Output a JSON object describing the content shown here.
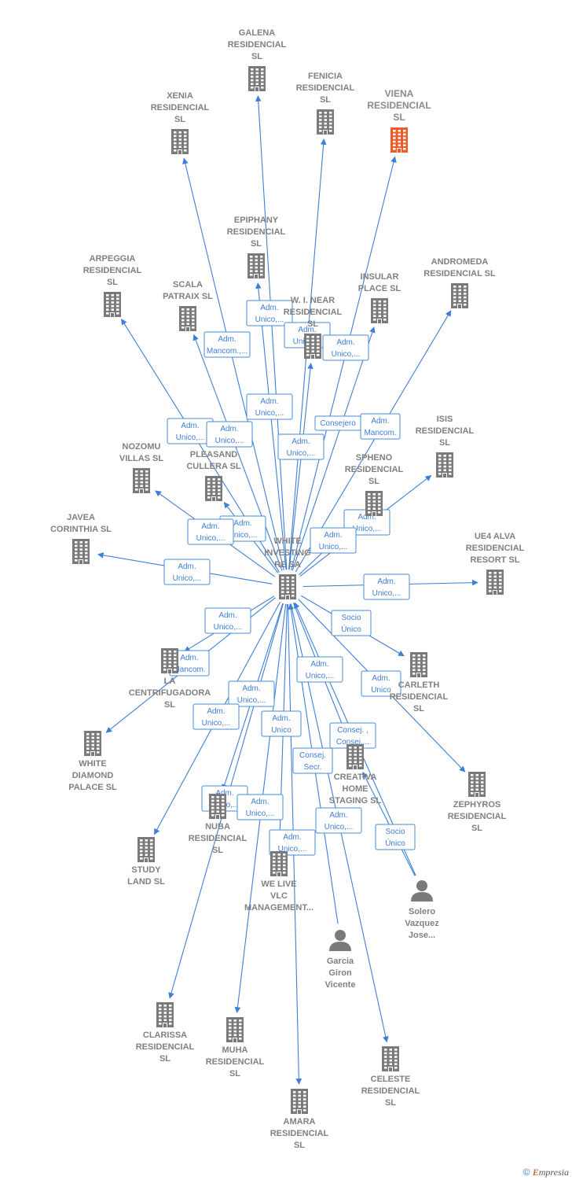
{
  "colors": {
    "building": "#7a7a7a",
    "target": "#f05a28",
    "person": "#7a7a7a",
    "edge": "#3d7fd6"
  },
  "center": "c",
  "nodes": [
    {
      "id": "c",
      "kind": "building",
      "lines": [
        "WHITE",
        "INVESTING",
        "RE SA"
      ]
    },
    {
      "id": "galena",
      "kind": "building",
      "lines": [
        "GALENA",
        "RESIDENCIAL",
        "SL"
      ]
    },
    {
      "id": "fenicia",
      "kind": "building",
      "lines": [
        "FENICIA",
        "RESIDENCIAL",
        "SL"
      ]
    },
    {
      "id": "viena",
      "kind": "target",
      "lines": [
        "VIENA",
        "RESIDENCIAL",
        "SL"
      ]
    },
    {
      "id": "xenia",
      "kind": "building",
      "lines": [
        "XENIA",
        "RESIDENCIAL",
        "SL"
      ]
    },
    {
      "id": "epiphany",
      "kind": "building",
      "lines": [
        "EPIPHANY",
        "RESIDENCIAL",
        "SL"
      ]
    },
    {
      "id": "arpeggia",
      "kind": "building",
      "lines": [
        "ARPEGGIA",
        "RESIDENCIAL",
        "SL"
      ]
    },
    {
      "id": "scala",
      "kind": "building",
      "lines": [
        "SCALA",
        "PATRAIX  SL"
      ]
    },
    {
      "id": "wnear",
      "kind": "building",
      "lines": [
        "W.  I. NEAR",
        "RESIDENCIAL",
        "SL"
      ]
    },
    {
      "id": "insular",
      "kind": "building",
      "lines": [
        "INSULAR",
        "PLACE  SL"
      ]
    },
    {
      "id": "andromeda",
      "kind": "building",
      "lines": [
        "ANDROMEDA",
        "RESIDENCIAL SL"
      ]
    },
    {
      "id": "isis",
      "kind": "building",
      "lines": [
        "ISIS",
        "RESIDENCIAL",
        "SL"
      ]
    },
    {
      "id": "nozomu",
      "kind": "building",
      "lines": [
        "NOZOMU",
        "VILLAS  SL"
      ]
    },
    {
      "id": "pleasand",
      "kind": "building",
      "lines": [
        "PLEASAND",
        "CULLERA  SL"
      ]
    },
    {
      "id": "spheno",
      "kind": "building",
      "lines": [
        "SPHENO",
        "RESIDENCIAL",
        "SL"
      ]
    },
    {
      "id": "javea",
      "kind": "building",
      "lines": [
        "JAVEA",
        "CORINTHIA  SL"
      ]
    },
    {
      "id": "ue4",
      "kind": "building",
      "lines": [
        "UE4 ALVA",
        "RESIDENCIAL",
        "RESORT  SL"
      ]
    },
    {
      "id": "centri",
      "kind": "building",
      "lines": [
        "LA",
        "CENTRIFUGADORA",
        "SL"
      ]
    },
    {
      "id": "carleth",
      "kind": "building",
      "lines": [
        "CARLETH",
        "RESIDENCIAL",
        "SL"
      ]
    },
    {
      "id": "wdiamond",
      "kind": "building",
      "lines": [
        "WHITE",
        "DIAMOND",
        "PALACE  SL"
      ]
    },
    {
      "id": "creativa",
      "kind": "building",
      "lines": [
        "CREATIVA",
        "HOME",
        "STAGING  SL"
      ]
    },
    {
      "id": "zephyros",
      "kind": "building",
      "lines": [
        "ZEPHYROS",
        "RESIDENCIAL",
        "SL"
      ]
    },
    {
      "id": "nuba",
      "kind": "building",
      "lines": [
        "NUBA",
        "RESIDENCIAL",
        "SL"
      ]
    },
    {
      "id": "study",
      "kind": "building",
      "lines": [
        "STUDY",
        "LAND  SL"
      ]
    },
    {
      "id": "welive",
      "kind": "building",
      "lines": [
        "WE LIVE",
        "VLC",
        "MANAGEMENT..."
      ]
    },
    {
      "id": "solero",
      "kind": "person",
      "lines": [
        "Solero",
        "Vazquez",
        "Jose..."
      ]
    },
    {
      "id": "garcia",
      "kind": "person",
      "lines": [
        "Garcia",
        "Giron",
        "Vicente"
      ]
    },
    {
      "id": "clarissa",
      "kind": "building",
      "lines": [
        "CLARISSA",
        "RESIDENCIAL",
        "SL"
      ]
    },
    {
      "id": "muha",
      "kind": "building",
      "lines": [
        "MUHA",
        "RESIDENCIAL",
        "SL"
      ]
    },
    {
      "id": "celeste",
      "kind": "building",
      "lines": [
        "CELESTE",
        "RESIDENCIAL",
        "SL"
      ]
    },
    {
      "id": "amara",
      "kind": "building",
      "lines": [
        "AMARA",
        "RESIDENCIAL",
        "SL"
      ]
    }
  ],
  "edges": [
    {
      "from": "c",
      "to": "galena",
      "label": [
        "Adm.",
        "Unico,..."
      ]
    },
    {
      "from": "c",
      "to": "xenia",
      "label": [
        "Adm.",
        "Mancom.,..."
      ]
    },
    {
      "from": "c",
      "to": "fenicia",
      "label": [
        "Adm.",
        "Unico,..."
      ]
    },
    {
      "from": "c",
      "to": "viena",
      "label": [
        "Adm.",
        "Unico,..."
      ]
    },
    {
      "from": "c",
      "to": "epiphany",
      "label": [
        "Adm.",
        "Unico,..."
      ]
    },
    {
      "from": "c",
      "to": "arpeggia",
      "label": [
        "Adm.",
        "Unico,..."
      ]
    },
    {
      "from": "c",
      "to": "scala",
      "label": [
        "Adm.",
        "Unico,..."
      ]
    },
    {
      "from": "c",
      "to": "wnear",
      "label": [
        "Adm.",
        "Unico,..."
      ]
    },
    {
      "from": "c",
      "to": "insular",
      "label": [
        "Consejero"
      ]
    },
    {
      "from": "c",
      "to": "andromeda",
      "label": [
        "Adm.",
        "Mancom."
      ]
    },
    {
      "from": "c",
      "to": "pleasand",
      "label": [
        "Adm.",
        "Unico,..."
      ]
    },
    {
      "from": "c",
      "to": "nozomu",
      "label": [
        "Adm.",
        "Unico,..."
      ]
    },
    {
      "from": "c",
      "to": "spheno",
      "label": [
        "Adm.",
        "Unico,..."
      ]
    },
    {
      "from": "c",
      "to": "isis",
      "label": [
        "Adm.",
        "Unico,..."
      ]
    },
    {
      "from": "c",
      "to": "javea",
      "label": [
        "Adm.",
        "Unico,..."
      ]
    },
    {
      "from": "c",
      "to": "ue4",
      "label": [
        "Adm.",
        "Unico,..."
      ]
    },
    {
      "from": "c",
      "to": "centri",
      "label": [
        "Adm.",
        "Unico,..."
      ]
    },
    {
      "from": "c",
      "to": "wdiamond",
      "label": [
        "Adm.",
        "Mancom."
      ]
    },
    {
      "from": "c",
      "to": "carleth",
      "label": [
        "Socio",
        "Único"
      ]
    },
    {
      "from": "c",
      "to": "creativa",
      "label": [
        "Adm.",
        "Unico,..."
      ]
    },
    {
      "from": "c",
      "to": "zephyros",
      "label": [
        "Adm.",
        "Unico"
      ]
    },
    {
      "from": "c",
      "to": "nuba",
      "label": [
        "Adm.",
        "Unico,..."
      ]
    },
    {
      "from": "c",
      "to": "study",
      "label": [
        "Adm.",
        "Unico,..."
      ]
    },
    {
      "from": "c",
      "to": "welive",
      "label": [
        "Adm.",
        "Unico"
      ]
    },
    {
      "from": "c",
      "to": "clarissa",
      "label": [
        "Adm.",
        "Unico,..."
      ]
    },
    {
      "from": "c",
      "to": "muha",
      "label": [
        "Adm.",
        "Unico,..."
      ]
    },
    {
      "from": "c",
      "to": "amara",
      "label": [
        "Adm.",
        "Unico,..."
      ]
    },
    {
      "from": "c",
      "to": "celeste",
      "label": [
        "Adm.",
        "Unico,..."
      ]
    },
    {
      "from": "garcia",
      "to": "c",
      "label": [
        "Consej.",
        "Secr."
      ]
    },
    {
      "from": "solero",
      "to": "c",
      "label": [
        "Consej. ,",
        "Consej...."
      ]
    },
    {
      "from": "solero",
      "to": "creativa",
      "label": [
        "Socio",
        "Único"
      ]
    }
  ],
  "footer": {
    "copyright": "©",
    "brand_e": "E",
    "brand_rest": "mpresia"
  }
}
